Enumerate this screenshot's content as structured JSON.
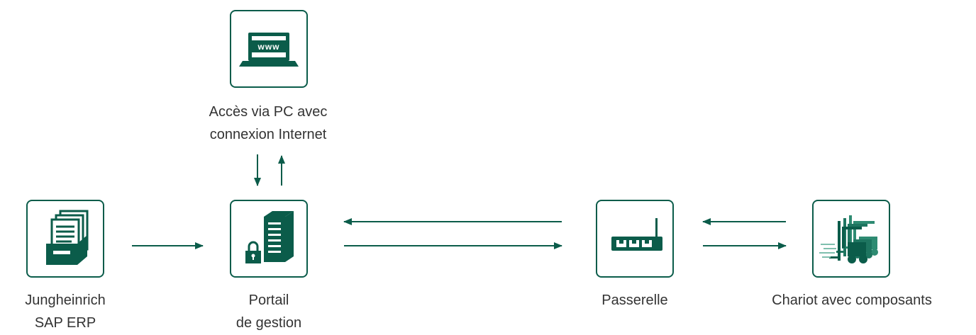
{
  "nodes": {
    "web": {
      "label_lines": [
        "Accès via PC avec",
        "connexion Internet"
      ],
      "screen_text": "www"
    },
    "erp": {
      "label_lines": [
        "Jungheinrich",
        "SAP ERP"
      ]
    },
    "portal": {
      "label_lines": [
        "Portail",
        "de gestion"
      ]
    },
    "gateway": {
      "label_lines": [
        "Passerelle"
      ]
    },
    "truck": {
      "label_lines": [
        "Chariot avec composants"
      ]
    }
  },
  "colors": {
    "accent": "#0b5c4a",
    "text": "#333333"
  }
}
